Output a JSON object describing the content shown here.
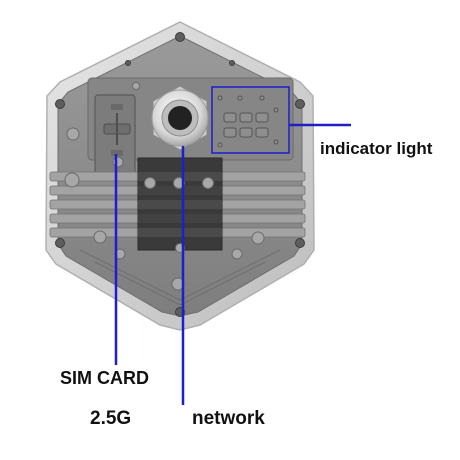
{
  "labels": {
    "indicator_light": "indicator light",
    "sim_card": "SIM CARD",
    "band": "2.5G",
    "network": "network"
  },
  "colors": {
    "callout_line": "#1d1fc8",
    "housing_body": "#8b8b8b",
    "housing_rim": "#d4d4d4",
    "label_text": "#111111"
  }
}
